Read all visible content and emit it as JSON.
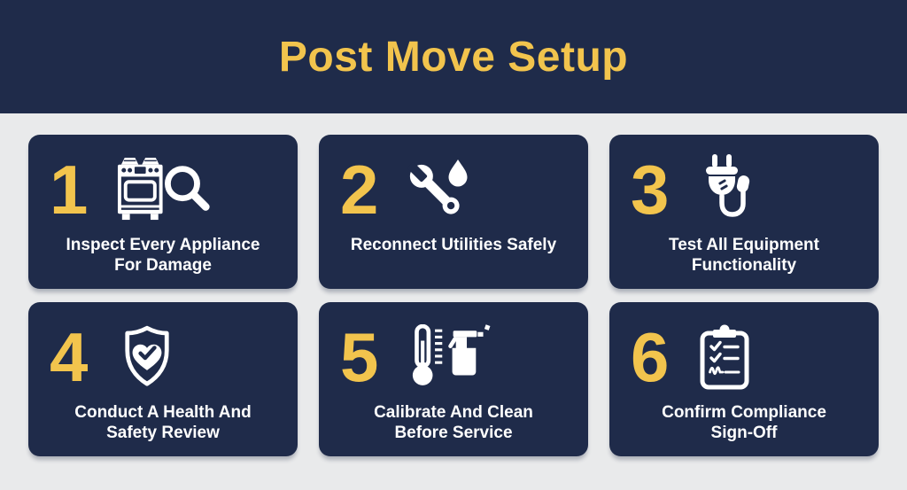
{
  "header": {
    "title": "Post Move Setup"
  },
  "colors": {
    "navy": "#1F2B4A",
    "accent_yellow": "#F2C44D",
    "background_gray": "#E9EAEB",
    "text_white": "#FFFFFF"
  },
  "cards": [
    {
      "number": "1",
      "icon": "stove-magnifier-icon",
      "lines": [
        "Inspect Every Appliance",
        "For Damage"
      ]
    },
    {
      "number": "2",
      "icon": "wrench-droplet-icon",
      "lines": [
        "Reconnect Utilities Safely"
      ]
    },
    {
      "number": "3",
      "icon": "power-plug-icon",
      "lines": [
        "Test All Equipment",
        "Functionality"
      ]
    },
    {
      "number": "4",
      "icon": "shield-heart-check-icon",
      "lines": [
        "Conduct A Health And",
        "Safety Review"
      ]
    },
    {
      "number": "5",
      "icon": "thermometer-spray-icon",
      "lines": [
        "Calibrate And Clean",
        "Before Service"
      ]
    },
    {
      "number": "6",
      "icon": "clipboard-checklist-icon",
      "lines": [
        "Confirm Compliance",
        "Sign-Off"
      ]
    }
  ]
}
